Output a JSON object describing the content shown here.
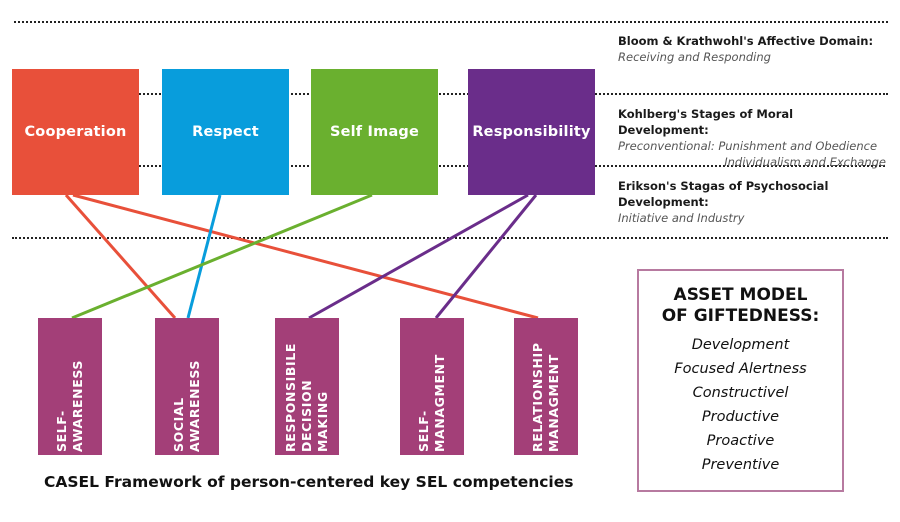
{
  "top_competencies": [
    {
      "label": "Cooperation",
      "color": "#e8503a"
    },
    {
      "label": "Respect",
      "color": "#089ddc"
    },
    {
      "label": "Self Image",
      "color": "#6ab02f"
    },
    {
      "label": "Responsibility",
      "color": "#6a2d8a"
    }
  ],
  "sel_competencies": [
    {
      "lines": [
        "SELF-",
        "AWARENESS"
      ]
    },
    {
      "lines": [
        "SOCIAL",
        "AWARENESS"
      ]
    },
    {
      "lines": [
        "RESPONSIBILE",
        "DECISION",
        "MAKING"
      ]
    },
    {
      "lines": [
        "SELF-",
        "MANAGMENT"
      ]
    },
    {
      "lines": [
        "RELATIONSHIP",
        "MANAGMENT"
      ]
    }
  ],
  "connections": [
    {
      "from": 0,
      "to": 1,
      "color": "#e8503a"
    },
    {
      "from": 0,
      "to": 4,
      "color": "#e8503a"
    },
    {
      "from": 1,
      "to": 1,
      "color": "#089ddc"
    },
    {
      "from": 2,
      "to": 0,
      "color": "#6ab02f"
    },
    {
      "from": 3,
      "to": 2,
      "color": "#6a2d8a"
    },
    {
      "from": 3,
      "to": 3,
      "color": "#6a2d8a"
    }
  ],
  "frameworks": [
    {
      "heading": "Bloom & Krathwohl's Affective Domain:",
      "sub": [
        "Receiving and Responding"
      ]
    },
    {
      "heading": "Kohlberg's Stages of Moral Development:",
      "sub": [
        "Preconventional: Punishment and Obedience",
        "Individualism and Exchange"
      ]
    },
    {
      "heading": "Erikson's Stagas of Psychosocial Development:",
      "sub": [
        "Initiative and Industry"
      ]
    }
  ],
  "asset_model": {
    "title_line1": "ASSET MODEL",
    "title_line2": "OF GIFTEDNESS:",
    "items": [
      "Development",
      "Focused Alertness",
      "Constructivel",
      "Productive",
      "Proactive",
      "Preventive"
    ]
  },
  "caption": "CASEL Framework of person-centered key SEL competencies"
}
